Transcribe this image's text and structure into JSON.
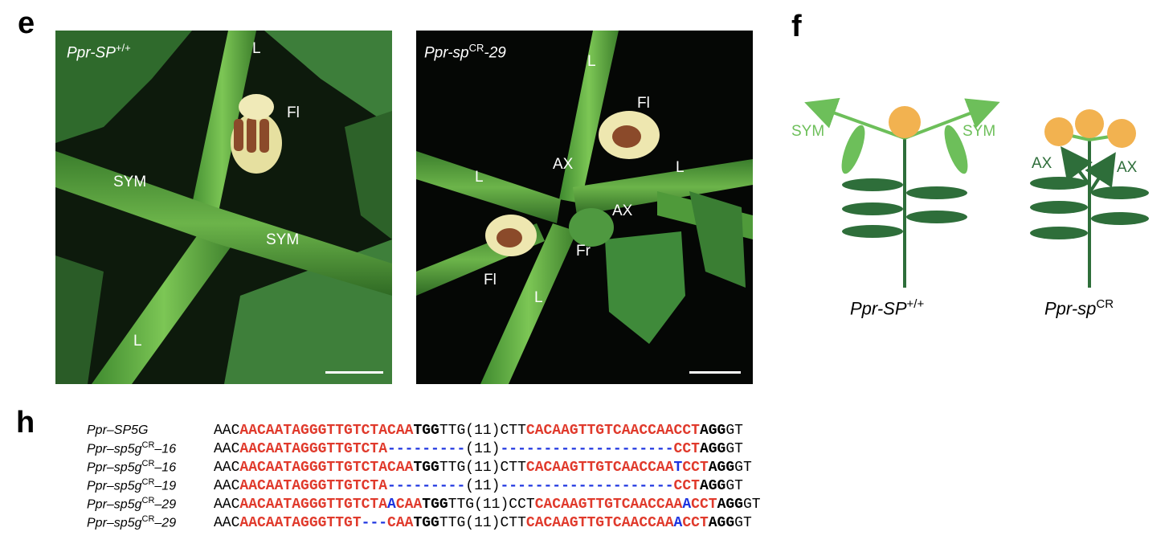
{
  "panels": {
    "e": "e",
    "f": "f",
    "h": "h"
  },
  "photo_left": {
    "title_main": "Ppr-SP",
    "title_sup": "+/+",
    "labels": {
      "L_top": "L",
      "Fl": "Fl",
      "SYM1": "SYM",
      "SYM2": "SYM",
      "L_bottom": "L"
    }
  },
  "photo_right": {
    "title_main": "Ppr-sp",
    "title_sup": "CR",
    "title_suffix": "-29",
    "labels": {
      "L_top": "L",
      "Fl_top": "Fl",
      "AX1": "AX",
      "L_left": "L",
      "L_right": "L",
      "AX2": "AX",
      "Fr": "Fr",
      "Fl_bottom": "Fl",
      "L_bottom": "L"
    }
  },
  "diagram": {
    "left_labels": {
      "sym_left": "SYM",
      "sym_right": "SYM"
    },
    "right_labels": {
      "ax_left": "AX",
      "ax_right": "AX"
    },
    "genotype_left_main": "Ppr-SP",
    "genotype_left_sup": "+/+",
    "genotype_right_main": "Ppr-sp",
    "genotype_right_sup": "CR",
    "colors": {
      "light_green": "#6dbf5a",
      "dark_green": "#2e6e3a",
      "flower": "#f2b250"
    }
  },
  "alignment": {
    "colors": {
      "target": "#e03a2c",
      "mutation": "#1c33e0",
      "pam": "#000000"
    },
    "rows": [
      {
        "name_main": "Ppr–SP5G",
        "name_sup": "",
        "name_suffix": "",
        "segments": [
          {
            "t": "AAC",
            "c": "n"
          },
          {
            "t": "AACAATAGGGTTGTCTACAA",
            "c": "r"
          },
          {
            "t": "TGG",
            "c": "k"
          },
          {
            "t": "TTG(11)CTT",
            "c": "n"
          },
          {
            "t": "CACAAGTTGTCAACCAACCT",
            "c": "r"
          },
          {
            "t": "AGG",
            "c": "k"
          },
          {
            "t": "GT",
            "c": "n"
          }
        ]
      },
      {
        "name_main": "Ppr–sp5g",
        "name_sup": "CR",
        "name_suffix": "–16",
        "segments": [
          {
            "t": "AAC",
            "c": "n"
          },
          {
            "t": "AACAATAGGGTTGTCTA",
            "c": "r"
          },
          {
            "t": "---------",
            "c": "b"
          },
          {
            "t": "(11)",
            "c": "n"
          },
          {
            "t": "--------------------",
            "c": "b"
          },
          {
            "t": "CCT",
            "c": "r"
          },
          {
            "t": "AGG",
            "c": "k"
          },
          {
            "t": "GT",
            "c": "n"
          }
        ]
      },
      {
        "name_main": "Ppr–sp5g",
        "name_sup": "CR",
        "name_suffix": "–16",
        "segments": [
          {
            "t": "AAC",
            "c": "n"
          },
          {
            "t": "AACAATAGGGTTGTCTACAA",
            "c": "r"
          },
          {
            "t": "TGG",
            "c": "k"
          },
          {
            "t": "TTG(11)CTT",
            "c": "n"
          },
          {
            "t": "CACAAGTTGTCAACCAA",
            "c": "r"
          },
          {
            "t": "T",
            "c": "b"
          },
          {
            "t": "CCT",
            "c": "r"
          },
          {
            "t": "AGG",
            "c": "k"
          },
          {
            "t": "GT",
            "c": "n"
          }
        ]
      },
      {
        "name_main": "Ppr–sp5g",
        "name_sup": "CR",
        "name_suffix": "–19",
        "segments": [
          {
            "t": "AAC",
            "c": "n"
          },
          {
            "t": "AACAATAGGGTTGTCTA",
            "c": "r"
          },
          {
            "t": "---------",
            "c": "b"
          },
          {
            "t": "(11)",
            "c": "n"
          },
          {
            "t": "--------------------",
            "c": "b"
          },
          {
            "t": "CCT",
            "c": "r"
          },
          {
            "t": "AGG",
            "c": "k"
          },
          {
            "t": "GT",
            "c": "n"
          }
        ]
      },
      {
        "name_main": "Ppr–sp5g",
        "name_sup": "CR",
        "name_suffix": "–29",
        "segments": [
          {
            "t": "AAC",
            "c": "n"
          },
          {
            "t": "AACAATAGGGTTGTCTA",
            "c": "r"
          },
          {
            "t": "A",
            "c": "b"
          },
          {
            "t": "CAA",
            "c": "r"
          },
          {
            "t": "TGG",
            "c": "k"
          },
          {
            "t": "TTG(11)CCT",
            "c": "n"
          },
          {
            "t": "CACAAGTTGTCAACCAA",
            "c": "r"
          },
          {
            "t": "A",
            "c": "b"
          },
          {
            "t": "CCT",
            "c": "r"
          },
          {
            "t": "AGG",
            "c": "k"
          },
          {
            "t": "GT",
            "c": "n"
          }
        ]
      },
      {
        "name_main": "Ppr–sp5g",
        "name_sup": "CR",
        "name_suffix": "–29",
        "segments": [
          {
            "t": "AAC",
            "c": "n"
          },
          {
            "t": "AACAATAGGGTTGT",
            "c": "r"
          },
          {
            "t": "---",
            "c": "b"
          },
          {
            "t": "CAA",
            "c": "r"
          },
          {
            "t": "TGG",
            "c": "k"
          },
          {
            "t": "TTG(11)CTT",
            "c": "n"
          },
          {
            "t": "CACAAGTTGTCAACCAA",
            "c": "r"
          },
          {
            "t": "A",
            "c": "b"
          },
          {
            "t": "CCT",
            "c": "r"
          },
          {
            "t": "AGG",
            "c": "k"
          },
          {
            "t": "GT",
            "c": "n"
          }
        ]
      }
    ]
  }
}
